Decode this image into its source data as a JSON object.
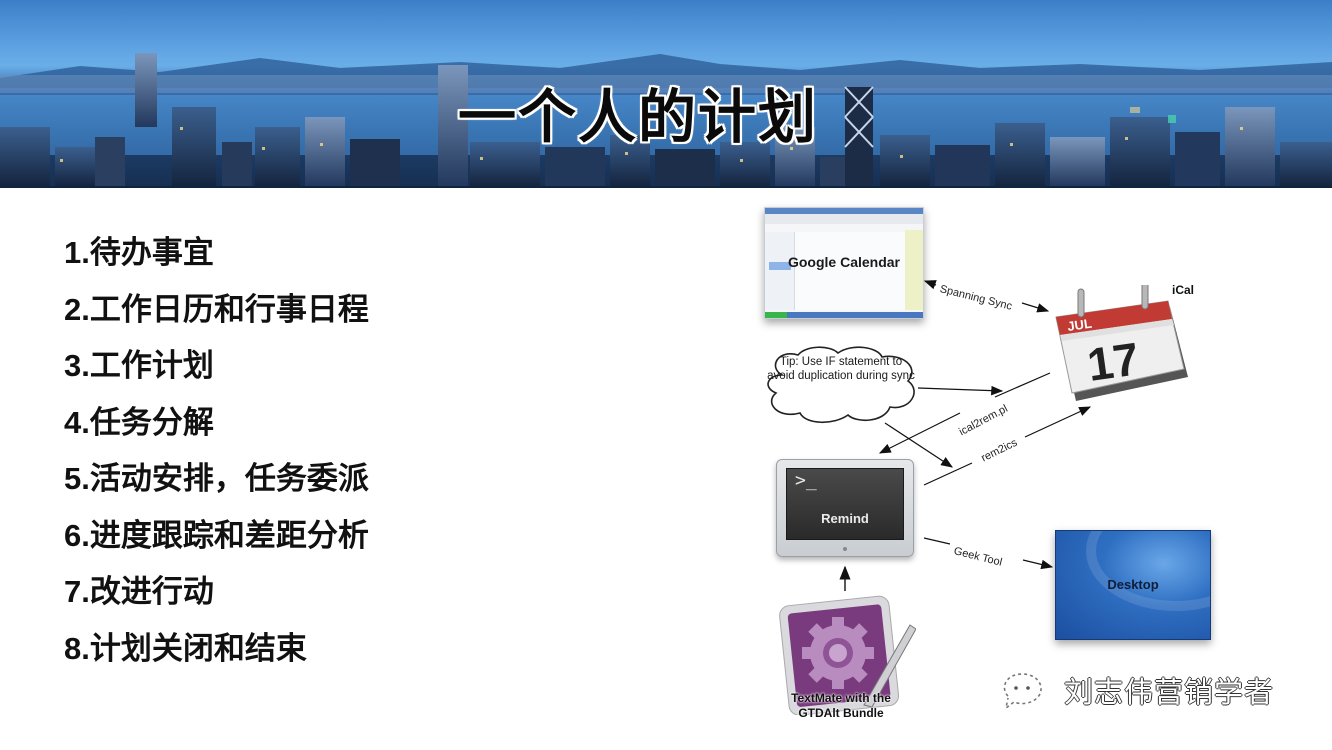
{
  "slide": {
    "title": "一个人的计划",
    "banner": {
      "theme": "city-skyline-dusk",
      "sky_color": "#5a9ee0",
      "dark_color": "#162f52"
    }
  },
  "plan_list": {
    "items": [
      {
        "num": "1.",
        "text": "待办事宜"
      },
      {
        "num": "2.",
        "text": "工作日历和行事日程"
      },
      {
        "num": "3.",
        "text": "工作计划"
      },
      {
        "num": "4.",
        "text": "任务分解"
      },
      {
        "num": "5.",
        "text": "活动安排，任务委派"
      },
      {
        "num": "6.",
        "text": "进度跟踪和差距分析"
      },
      {
        "num": "7.",
        "text": "改进行动"
      },
      {
        "num": "8.",
        "text": "计划关闭和结束"
      }
    ]
  },
  "diagram": {
    "nodes": {
      "google_calendar": {
        "label": "Google Calendar",
        "icon": "browser-window-icon"
      },
      "ical": {
        "label": "iCal",
        "month": "JUL",
        "day": "17",
        "icon": "calendar-icon"
      },
      "tip": {
        "label": "Tip: Use IF statement to avoid duplication during sync",
        "icon": "thought-cloud-icon"
      },
      "remind": {
        "label": "Remind",
        "prompt": ">_",
        "icon": "terminal-monitor-icon"
      },
      "desktop": {
        "label": "Desktop",
        "icon": "desktop-wallpaper-icon"
      },
      "textmate": {
        "label_line1": "TextMate with the",
        "label_line2": "GTDAlt Bundle",
        "icon": "textmate-gear-pen-icon"
      }
    },
    "edges": {
      "spanning_sync": "Spanning Sync",
      "ical2rem": "ical2rem.pl",
      "rem2ics": "rem2ics",
      "geek_tool": "Geek Tool"
    }
  },
  "watermark": {
    "text": "刘志伟营销学者",
    "icon": "wechat-icon"
  }
}
